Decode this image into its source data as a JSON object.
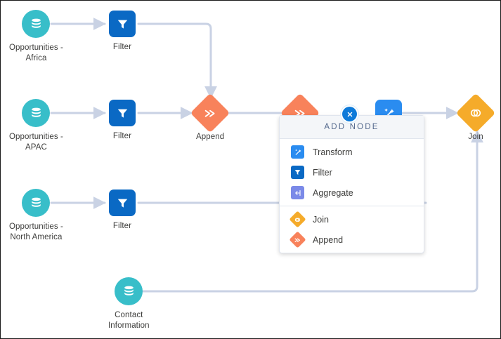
{
  "canvas": {
    "nodes": [
      {
        "id": "src-africa",
        "type": "dataset",
        "icon": "database-icon",
        "label": "Opportunities -\nAfrica"
      },
      {
        "id": "filter-1",
        "type": "filter",
        "icon": "funnel-icon",
        "label": "Filter"
      },
      {
        "id": "src-apac",
        "type": "dataset",
        "icon": "database-icon",
        "label": "Opportunities -\nAPAC"
      },
      {
        "id": "filter-2",
        "type": "filter",
        "icon": "funnel-icon",
        "label": "Filter"
      },
      {
        "id": "append-1",
        "type": "append",
        "icon": "merge-arrow-icon",
        "label": "Append"
      },
      {
        "id": "src-na",
        "type": "dataset",
        "icon": "database-icon",
        "label": "Opportunities -\nNorth America"
      },
      {
        "id": "filter-3",
        "type": "filter",
        "icon": "funnel-icon",
        "label": "Filter"
      },
      {
        "id": "append-2",
        "type": "append",
        "icon": "merge-arrow-icon",
        "label": ""
      },
      {
        "id": "transform-1",
        "type": "transform",
        "icon": "magic-wand-icon",
        "label": ""
      },
      {
        "id": "join-1",
        "type": "join",
        "icon": "venn-icon",
        "label": "Join"
      },
      {
        "id": "src-contact",
        "type": "dataset",
        "icon": "database-icon",
        "label": "Contact\nInformation"
      }
    ]
  },
  "popup": {
    "title": "ADD NODE",
    "close_label": "close",
    "groups": [
      {
        "items": [
          {
            "icon": "magic-wand-icon",
            "label": "Transform",
            "color": "#2a8cf0"
          },
          {
            "icon": "funnel-icon",
            "label": "Filter",
            "color": "#0a69c4"
          },
          {
            "icon": "aggregate-icon",
            "label": "Aggregate",
            "color": "#7b8ae8"
          }
        ]
      },
      {
        "items": [
          {
            "icon": "venn-icon",
            "label": "Join",
            "color": "#f5ab2a"
          },
          {
            "icon": "merge-arrow-icon",
            "label": "Append",
            "color": "#f8825b"
          }
        ]
      }
    ]
  },
  "colors": {
    "dataset": "#38bec9",
    "filter": "#0a69c4",
    "transform": "#2a8cf0",
    "aggregate": "#7b8ae8",
    "join": "#f5ab2a",
    "append": "#f8825b",
    "wire": "#c9d2e4",
    "label_text": "#3e3e3c",
    "popup_header_text": "#54698d"
  }
}
